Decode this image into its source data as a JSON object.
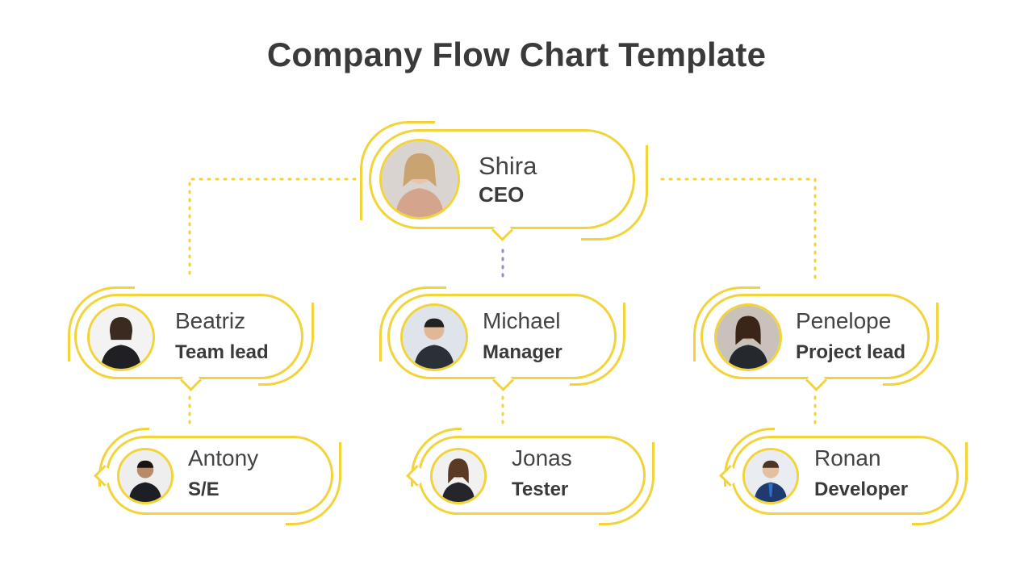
{
  "title": "Company Flow Chart Template",
  "colors": {
    "accent": "#f2d43a",
    "text": "#3a3a3a",
    "connector_alt": "#8e8ec8"
  },
  "people": {
    "ceo": {
      "name": "Shira",
      "role": "CEO",
      "avatar": "person-photo"
    },
    "teamlead": {
      "name": "Beatriz",
      "role": "Team lead",
      "avatar": "person-photo"
    },
    "manager": {
      "name": "Michael",
      "role": "Manager",
      "avatar": "person-photo"
    },
    "project": {
      "name": "Penelope",
      "role": "Project lead",
      "avatar": "person-photo"
    },
    "se": {
      "name": "Antony",
      "role": "S/E",
      "avatar": "person-photo"
    },
    "tester": {
      "name": "Jonas",
      "role": "Tester",
      "avatar": "person-photo"
    },
    "dev": {
      "name": "Ronan",
      "role": "Developer",
      "avatar": "person-photo"
    }
  }
}
